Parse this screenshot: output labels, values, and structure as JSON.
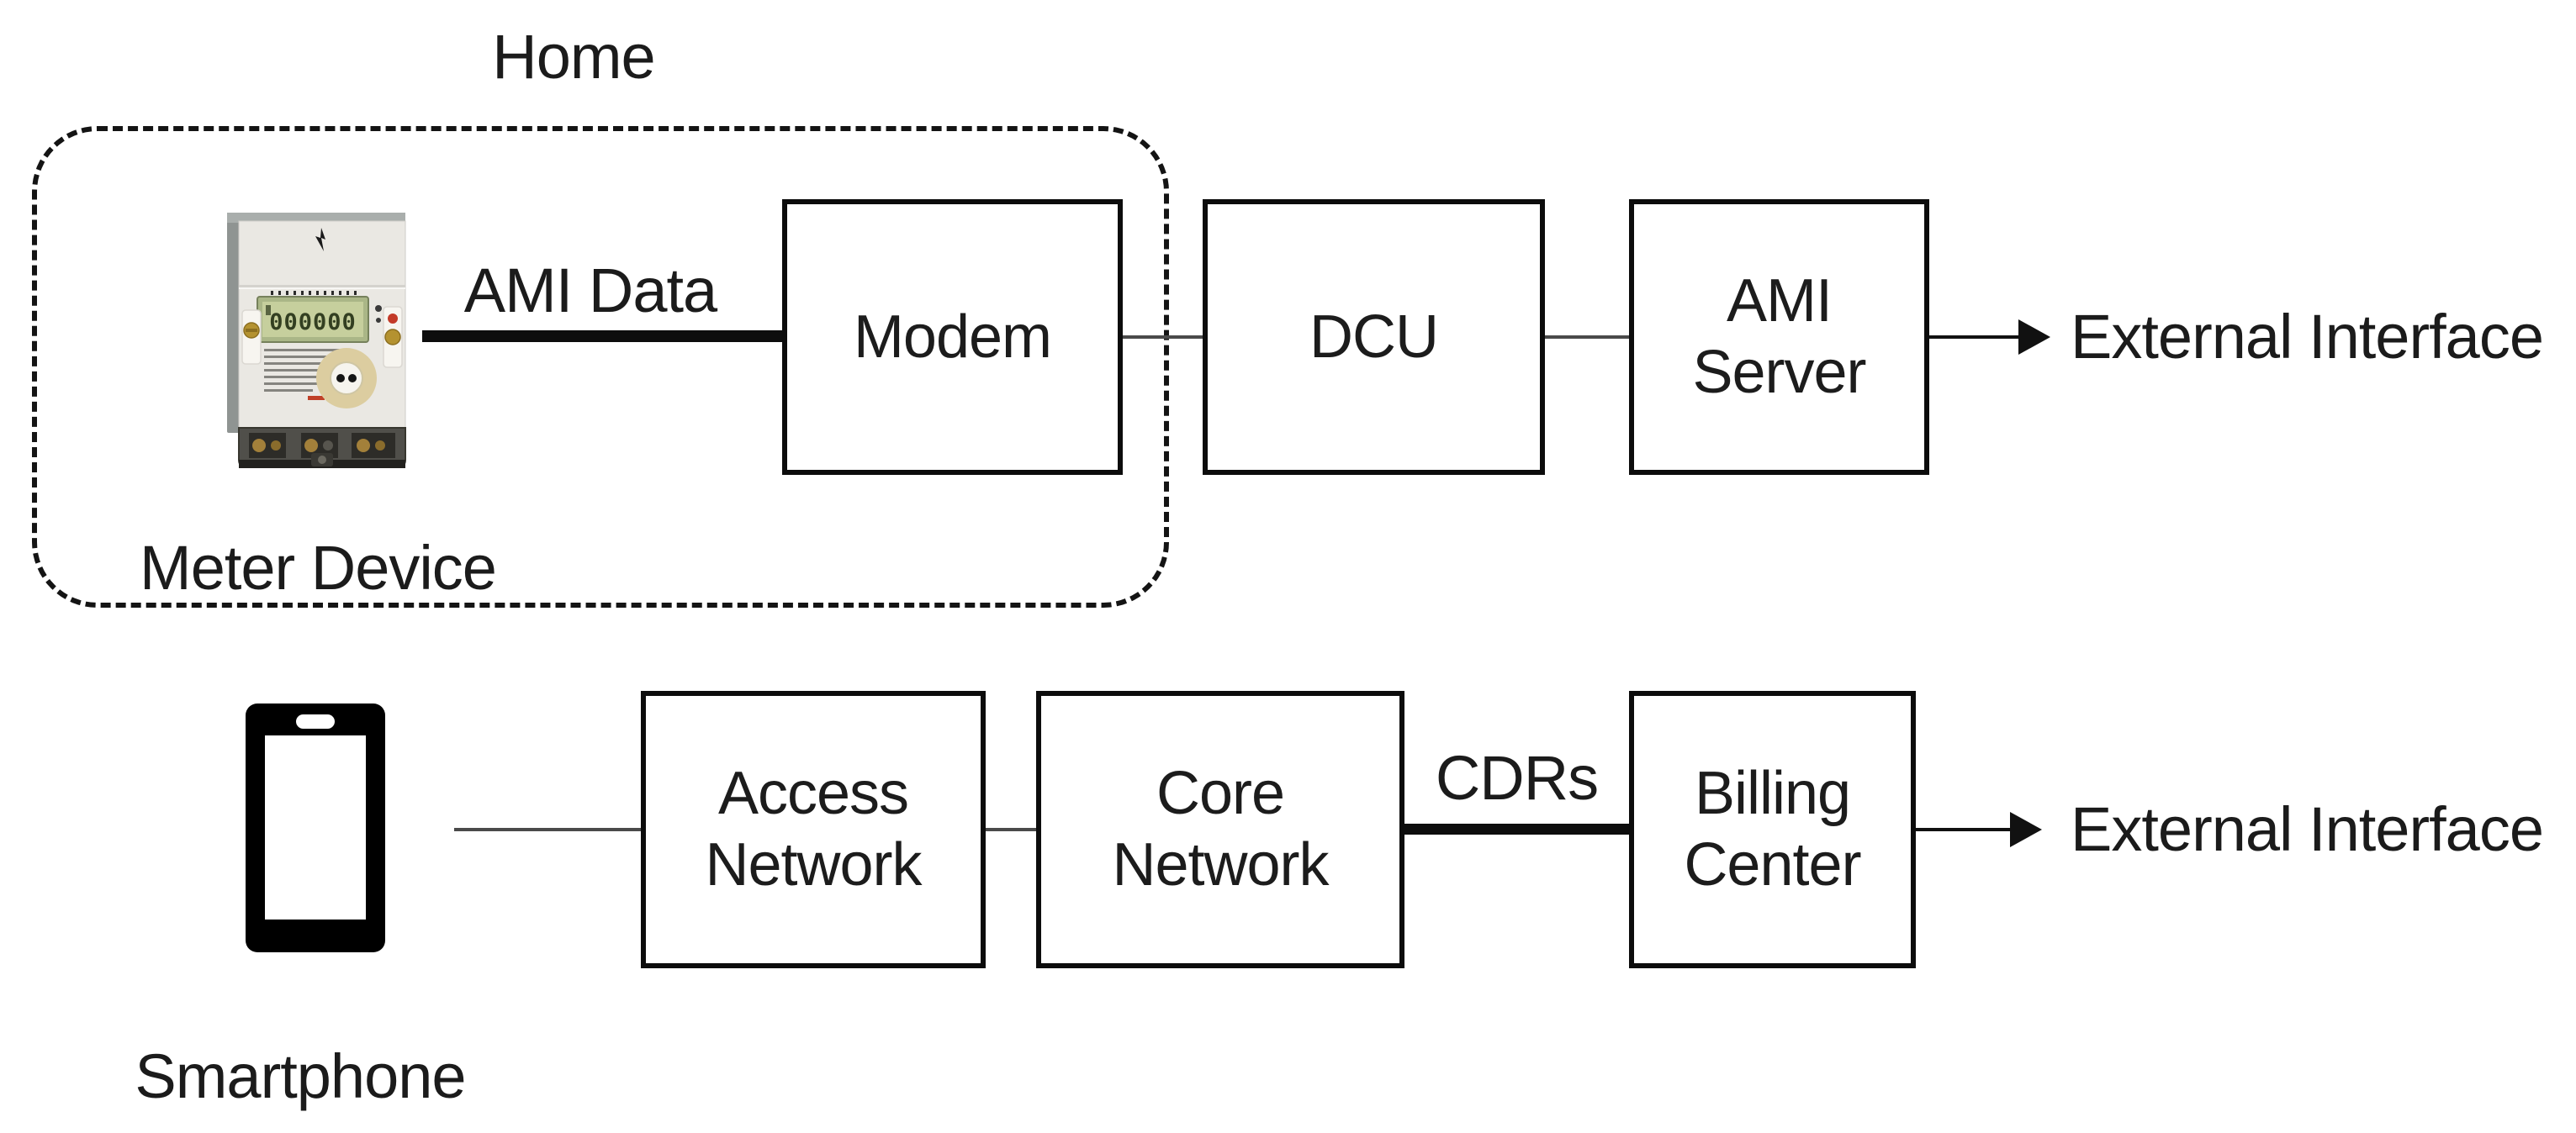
{
  "diagram": {
    "home_group": {
      "title": "Home",
      "device_caption": "Meter Device"
    },
    "bottom_group": {
      "device_caption": "Smartphone"
    },
    "nodes": {
      "modem": {
        "label": "Modem"
      },
      "dcu": {
        "label": "DCU"
      },
      "ami_server": {
        "line1": "AMI",
        "line2": "Server"
      },
      "access_network": {
        "line1": "Access",
        "line2": "Network"
      },
      "core_network": {
        "line1": "Core",
        "line2": "Network"
      },
      "billing_center": {
        "line1": "Billing",
        "line2": "Center"
      }
    },
    "edges": {
      "ami_data_label": "AMI Data",
      "cdrs_label": "CDRs",
      "external_interface_top": "External Interface",
      "external_interface_bottom": "External Interface"
    },
    "meter": {
      "display_value": "000000"
    },
    "colors": {
      "background": "#ffffff",
      "line_black": "#0d0d0d",
      "line_gray": "#4a4a4a",
      "box_border": "#0c0c0c",
      "lcd_green": "#c6cf9d",
      "dial_beige": "#dccda0",
      "terminal_dark": "#504f4a",
      "screw_brass": "#b49230",
      "dot_red": "#c33a28"
    }
  }
}
